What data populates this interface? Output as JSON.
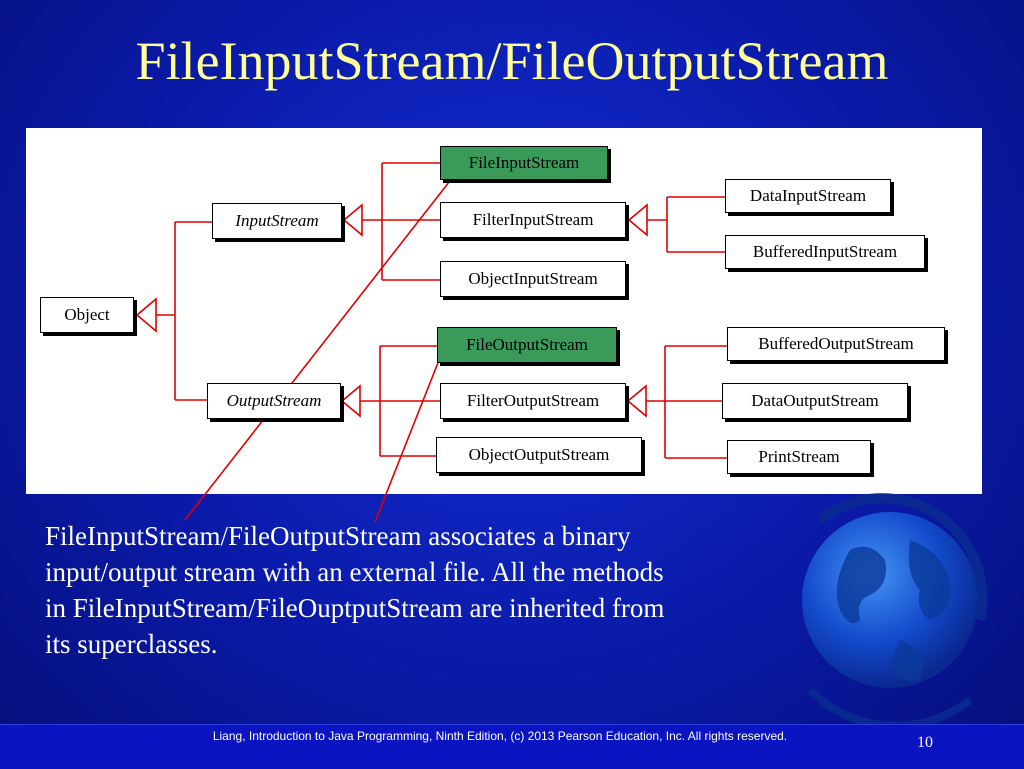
{
  "slide": {
    "title": "FileInputStream/FileOutputStream",
    "body": "FileInputStream/FileOutputStream associates a binary input/output stream with an external file. All the methods in FileInputStream/FileOuptputStream are inherited from its superclasses.",
    "footer": "Liang, Introduction to Java Programming, Ninth Edition, (c) 2013 Pearson Education, Inc. All rights reserved.",
    "page_number": "10"
  },
  "diagram": {
    "nodes": {
      "object": "Object",
      "input_stream": "InputStream",
      "output_stream": "OutputStream",
      "file_input_stream": "FileInputStream",
      "filter_input_stream": "FilterInputStream",
      "object_input_stream": "ObjectInputStream",
      "data_input_stream": "DataInputStream",
      "buffered_input_stream": "BufferedInputStream",
      "file_output_stream": "FileOutputStream",
      "filter_output_stream": "FilterOutputStream",
      "object_output_stream": "ObjectOutputStream",
      "buffered_output_stream": "BufferedOutputStream",
      "data_output_stream": "DataOutputStream",
      "print_stream": "PrintStream"
    },
    "highlight_color": "#3a9a5a",
    "connector_color": "#e00000"
  },
  "colors": {
    "background": "#0a1aa8",
    "title": "#ffff99",
    "text": "#ffffff"
  }
}
